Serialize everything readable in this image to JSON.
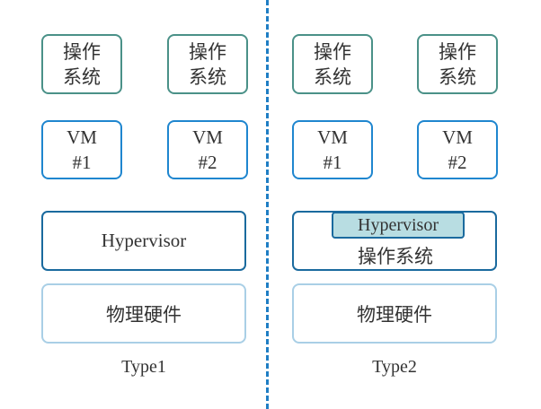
{
  "guest_os": [
    "操作",
    "系统"
  ],
  "vm1": [
    "VM",
    "#1"
  ],
  "vm2": [
    "VM",
    "#2"
  ],
  "type1": {
    "hypervisor": "Hypervisor",
    "hardware": "物理硬件",
    "label": "Type1"
  },
  "type2": {
    "hypervisor": "Hypervisor",
    "host_os": "操作系统",
    "hardware": "物理硬件",
    "label": "Type2"
  },
  "colors": {
    "os_border": "#4a9188",
    "vm_border": "#1f86cf",
    "hypervisor_border": "#1a6a9e",
    "hardware_border": "#a9cfe6",
    "hypervisor_fill": "#b8dde2",
    "divider": "#1f7ec4"
  }
}
